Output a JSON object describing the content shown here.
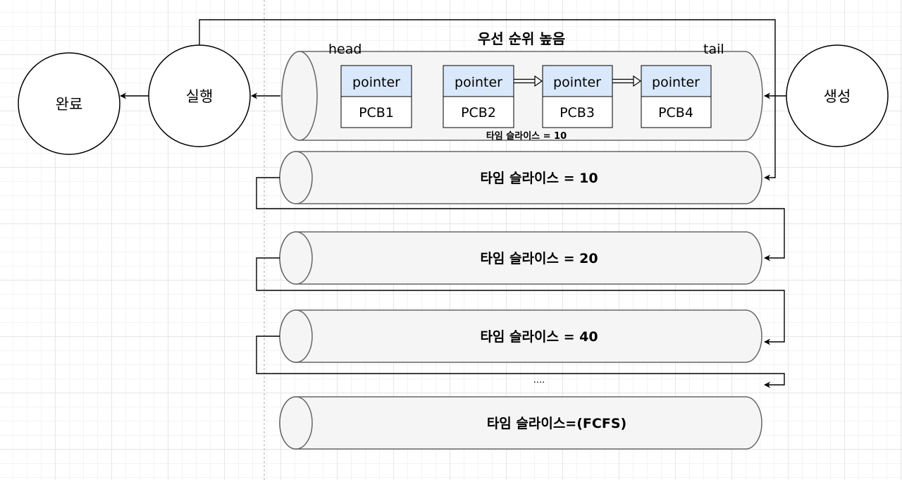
{
  "nodes": {
    "done": "완료",
    "run": "실행",
    "create": "생성"
  },
  "queues": {
    "top_title": "우선 순위 높음",
    "head": "head",
    "tail": "tail",
    "top_slice": "타임 슬라이스 = 10",
    "q1": "타임 슬라이스 = 10",
    "q2": "타임 슬라이스 = 20",
    "q3": "타임 슬라이스 = 40",
    "q_last": "타임 슬라이스=(FCFS)",
    "ellipsis": "...."
  },
  "pcbs": [
    {
      "pointer": "pointer",
      "name": "PCB1"
    },
    {
      "pointer": "pointer",
      "name": "PCB2"
    },
    {
      "pointer": "pointer",
      "name": "PCB3"
    },
    {
      "pointer": "pointer",
      "name": "PCB4"
    }
  ],
  "colors": {
    "pointer_fill": "#dae8fc",
    "queue_fill": "#f5f5f5",
    "queue_stroke": "#666666"
  }
}
